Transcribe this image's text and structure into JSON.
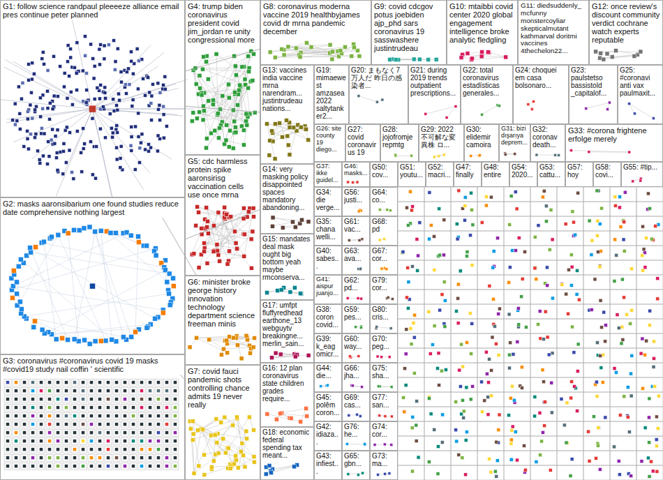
{
  "diagram": {
    "nodes": [
      {
        "text": [
          "G1: follow science randpaul pleeeeze alliance email pres continue peter planned"
        ]
      },
      {
        "text": [
          "G4: trump biden coronavirus president covid jim_jordan re unity congressional more"
        ]
      },
      {
        "text": [
          "G8: coronavirus moderna vaccine 2019 healthbyjames covid dr mrna pandemic december"
        ]
      },
      {
        "text": [
          "G9: covid cdcgov potus joebiden ajp_phd sars coronavirus 19 sasswashere justintrudeau"
        ]
      },
      {
        "text": [
          "G10: mtaibbi covid center 2020 global engagement intelligence broke analytic fledgling"
        ]
      },
      {
        "text": [
          "G11: diedsuddenly_ mcfunny monstercoyliar skepticalmutant kathmarval doritmi vaccines 4thechelon22..."
        ]
      },
      {
        "text": [
          "G12: once review's discount community verdict cochrane watch experts reputable"
        ]
      },
      {
        "text": [
          "G13: vaccines india vaccine mrna narendram... justintrudeau nations..."
        ]
      },
      {
        "text": [
          "G19: mimaewest amzasea2022 saltytanker2..."
        ]
      },
      {
        "text": [
          "G20: まもなく7 万人だ 昨日の感染者..."
        ]
      },
      {
        "text": [
          "G21: during 2019 trends outpatient prescriptions..."
        ]
      },
      {
        "text": [
          "G22: total coronavirus estadísticas generales..."
        ]
      },
      {
        "text": [
          "G24: choquei em casa bolsonaro..."
        ]
      },
      {
        "text": [
          "G23: paulstetso bassistold _capitalof..."
        ]
      },
      {
        "text": [
          "G25: #coronavi anti vax paulmaxit..."
        ]
      },
      {
        "text": [
          "G26: site county 19 diego..."
        ]
      },
      {
        "text": [
          "G27: covid coronavirus 19"
        ]
      },
      {
        "text": [
          "G28: jojofromje repmtg"
        ]
      },
      {
        "text": [
          "G29: 2022 不可解な変 異株 ロ..."
        ]
      },
      {
        "text": [
          "G30: elidemir camoira"
        ]
      },
      {
        "text": [
          "G31: bizi dışarıya deprem..."
        ]
      },
      {
        "text": [
          "G32: coronav death..."
        ]
      },
      {
        "text": [
          "G33: #corona frightene erfolge merely"
        ]
      },
      {
        "text": [
          "G37: ikke guidel..."
        ]
      },
      {
        "text": [
          "G46: masks..."
        ]
      },
      {
        "text": [
          "G50: cov..."
        ]
      },
      {
        "text": [
          "G51: youtu..."
        ]
      },
      {
        "text": [
          "G52: macri..."
        ]
      },
      {
        "text": [
          "G47: finally"
        ]
      },
      {
        "text": [
          "G48: entire"
        ]
      },
      {
        "text": [
          "G54: 2020..."
        ]
      },
      {
        "text": [
          "G53: cattu..."
        ]
      },
      {
        "text": [
          "G57: hoy"
        ]
      },
      {
        "text": [
          "G58: covi..."
        ]
      },
      {
        "text": [
          "G55: #tip..."
        ]
      },
      {
        "text": [
          "G2: masks aaronsibarium one found studies reduce date comprehensive nothing largest"
        ]
      },
      {
        "text": [
          "G5: cdc harmless protein spike aaronsirisg vaccination cells use once mrna"
        ]
      },
      {
        "text": [
          "G14: very masking policy disappointed spaces mandatory abandoning..."
        ]
      },
      {
        "text": [
          "G15: mandates deal mask ought big bottom yeah maybe rmconserva..."
        ]
      },
      {
        "text": [
          "G6: minister broke george history innovation technology department science freeman minis"
        ]
      },
      {
        "text": [
          "G17: umfpt fluffyredhead earthone_13 webguytv breakingne... merlin_sain..."
        ]
      },
      {
        "text": [
          "G3: coronavirus #coronavirus covid 19 masks #covid19 study nail coffin ' scientific"
        ]
      },
      {
        "text": [
          "G7: covid fauci pandemic shots controlling chance admits 19 never really"
        ]
      },
      {
        "text": [
          "G16: 12 plan coronavirus state children grades require..."
        ]
      },
      {
        "text": [
          "G18: economic federal spending tax meant..."
        ]
      },
      {
        "text": [
          "G34: die verge..."
        ]
      },
      {
        "text": [
          "G35: chana welli..."
        ]
      },
      {
        "text": [
          "G40: sabes..."
        ]
      },
      {
        "text": [
          "G41: aispur juanjo..."
        ]
      },
      {
        "text": [
          "G38: coron covid..."
        ]
      },
      {
        "text": [
          "G39: k_eag omicr..."
        ]
      },
      {
        "text": [
          "G44: die..."
        ]
      },
      {
        "text": [
          "G45: polêm coron..."
        ]
      },
      {
        "text": [
          "G42: idiaza..."
        ]
      },
      {
        "text": [
          "G43: infiest..."
        ]
      },
      {
        "text": [
          "G56: justi..."
        ]
      },
      {
        "text": [
          "G61: vac..."
        ]
      },
      {
        "text": [
          "G63: ava..."
        ]
      },
      {
        "text": [
          "G62: pd..."
        ]
      },
      {
        "text": [
          "G59: pes..."
        ]
      },
      {
        "text": [
          "G60: way..."
        ]
      },
      {
        "text": [
          "G66: jha..."
        ]
      },
      {
        "text": [
          "G69: cas..."
        ]
      },
      {
        "text": [
          "G76: he..."
        ]
      },
      {
        "text": [
          "G65: gbn..."
        ]
      },
      {
        "text": [
          "G64: co..."
        ]
      },
      {
        "text": [
          "G68: pd"
        ]
      },
      {
        "text": [
          "G67: cor..."
        ]
      },
      {
        "text": [
          "G79: cor..."
        ]
      },
      {
        "text": [
          "G80: cris..."
        ]
      },
      {
        "text": [
          "G70: peg..."
        ]
      },
      {
        "text": [
          "G75: sha..."
        ]
      },
      {
        "text": [
          "G77: san..."
        ]
      },
      {
        "text": [
          "G74: cor..."
        ]
      },
      {
        "text": [
          "G73: ma..."
        ]
      }
    ],
    "edges": [
      {
        "from": 7,
        "to": 0,
        "arrow": "none"
      },
      {
        "from": 2,
        "to": 0,
        "arrow": "none"
      },
      {
        "from": 37,
        "to": 35,
        "arrow": "none"
      },
      {
        "from": 42,
        "to": 35,
        "arrow": "none"
      },
      {
        "from": 39,
        "to": 0,
        "arrow": "none"
      },
      {
        "from": 40,
        "to": 35,
        "arrow": "none"
      }
    ]
  }
}
